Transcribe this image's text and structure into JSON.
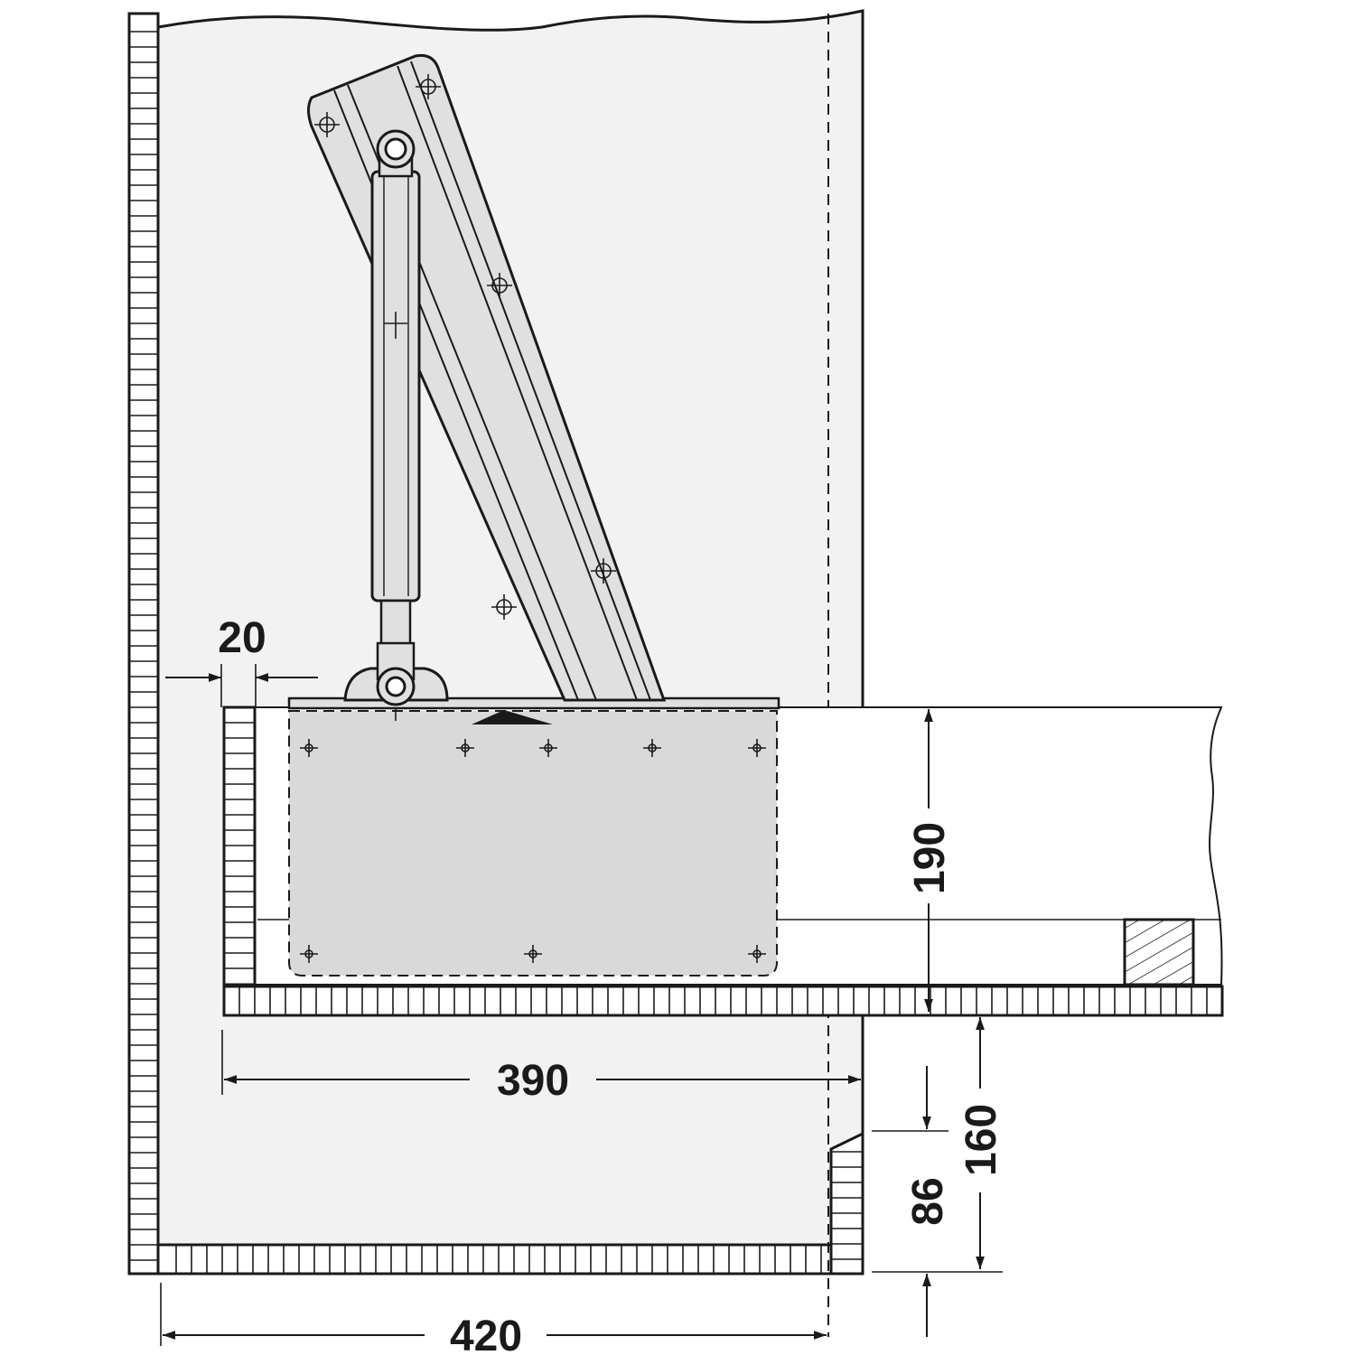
{
  "diagram": {
    "colors": {
      "stroke": "#1a1a1a",
      "cabinet_fill": "#f2f2f2",
      "mechanism_fill": "#e0e0e0",
      "panel_fill": "#d9d9d9",
      "background": "#ffffff"
    },
    "dimensions": {
      "offset": "20",
      "shelf_depth": "390",
      "cabinet_depth": "420",
      "height_190": "190",
      "height_160": "160",
      "height_86": "86"
    }
  }
}
